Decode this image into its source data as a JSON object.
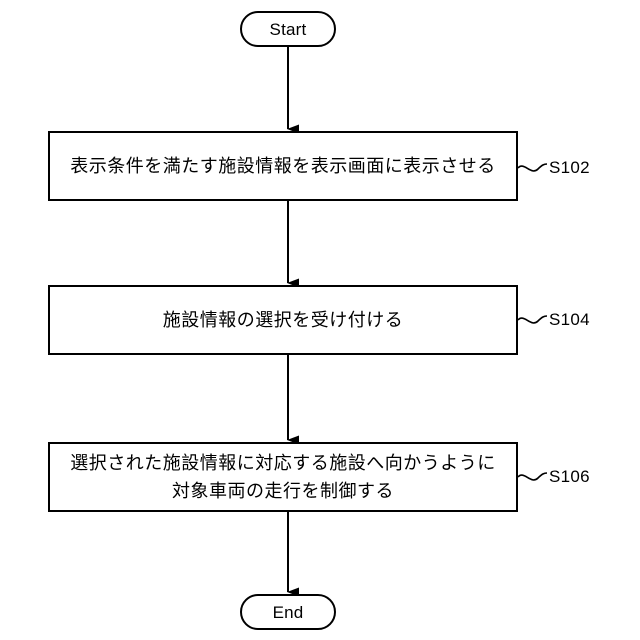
{
  "diagram": {
    "type": "flowchart",
    "orientation": "vertical",
    "background_color": "#ffffff",
    "line_color": "#000000",
    "nodes": {
      "start": {
        "label": "Start",
        "shape": "terminator"
      },
      "s102": {
        "label": "表示条件を満たす施設情報を表示画面に表示させる",
        "shape": "process",
        "step": "S102"
      },
      "s104": {
        "label": "施設情報の選択を受け付ける",
        "shape": "process",
        "step": "S104"
      },
      "s106": {
        "label": "選択された施設情報に対応する施設へ向かうように\n対象車両の走行を制御する",
        "shape": "process",
        "step": "S106"
      },
      "end": {
        "label": "End",
        "shape": "terminator"
      }
    },
    "connectors": [
      {
        "from": "start",
        "to": "s102",
        "arrow": "down"
      },
      {
        "from": "s102",
        "to": "s104",
        "arrow": "down"
      },
      {
        "from": "s104",
        "to": "s106",
        "arrow": "down"
      },
      {
        "from": "s106",
        "to": "end",
        "arrow": "down"
      }
    ],
    "leaders": [
      {
        "for": "s102",
        "style": "squiggle"
      },
      {
        "for": "s104",
        "style": "squiggle"
      },
      {
        "for": "s106",
        "style": "squiggle"
      }
    ]
  }
}
